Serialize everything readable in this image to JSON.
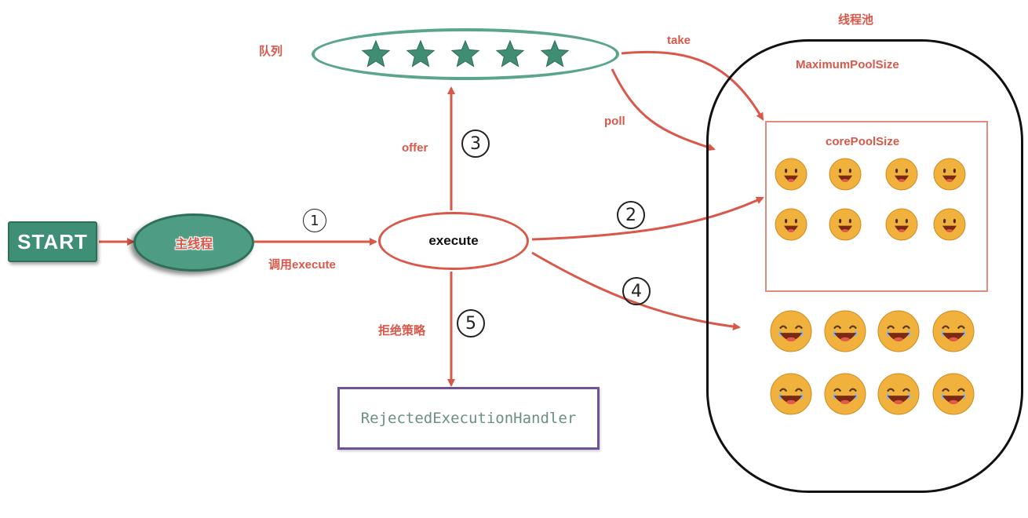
{
  "start": {
    "label": "START"
  },
  "main_thread": {
    "label": "主线程"
  },
  "call_execute": {
    "label": "调用execute"
  },
  "execute": {
    "label": "execute"
  },
  "queue": {
    "label": "队列",
    "star_count": 5
  },
  "offer": {
    "label": "offer"
  },
  "take": {
    "label": "take"
  },
  "poll": {
    "label": "poll"
  },
  "reject_policy": {
    "label": "拒绝策略"
  },
  "reject_handler": {
    "label": "RejectedExecutionHandler"
  },
  "thread_pool": {
    "label": "线程池",
    "max_label": "MaximumPoolSize",
    "core_label": "corePoolSize",
    "core_faces": 8,
    "extra_faces": 8
  },
  "steps": {
    "s1": "1",
    "s2": "2",
    "s3": "3",
    "s4": "4",
    "s5": "5"
  },
  "colors": {
    "accent_red": "#d9584a",
    "teal": "#3e8f75",
    "teal_light": "#5aa58c",
    "purple": "#6e5496",
    "face": "#f0b23c"
  }
}
